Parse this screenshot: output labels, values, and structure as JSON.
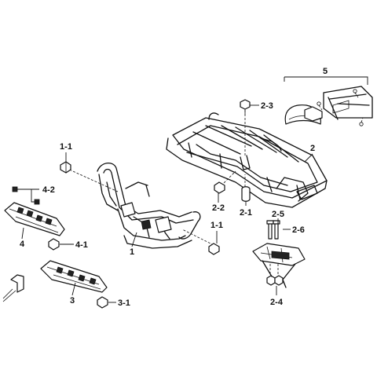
{
  "callouts": {
    "l1_1a": "1-1",
    "l1_1b": "1-1",
    "l1": "1",
    "l2": "2",
    "l2_1": "2-1",
    "l2_2": "2-2",
    "l2_3": "2-3",
    "l2_4": "2-4",
    "l2_5": "2-5",
    "l2_6": "2-6",
    "l3": "3",
    "l3_1": "3-1",
    "l4": "4",
    "l4_1": "4-1",
    "l4_2": "4-2",
    "l5": "5"
  }
}
